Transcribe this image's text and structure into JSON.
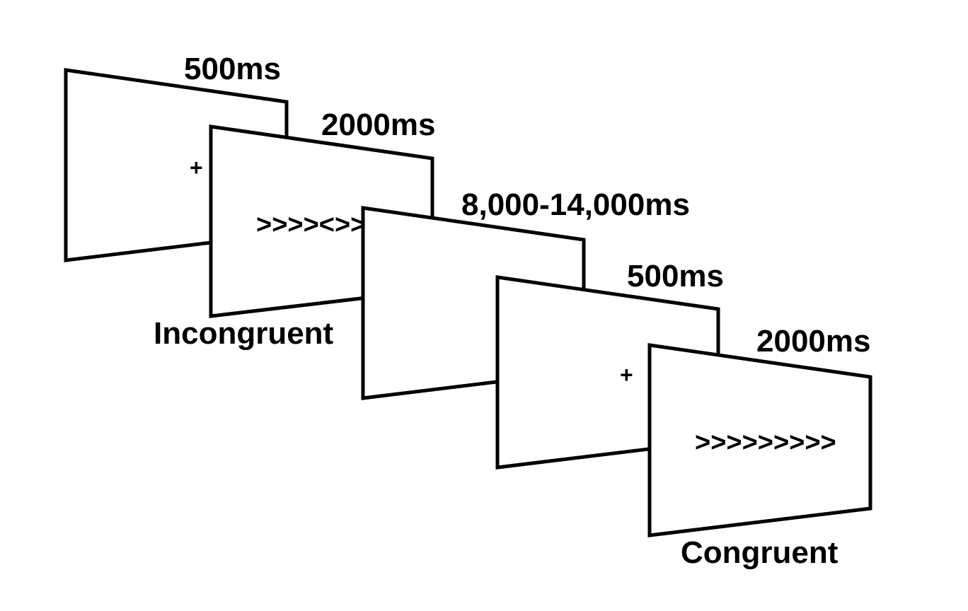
{
  "frames": [
    {
      "timing": "500ms",
      "content": "+",
      "caption": ""
    },
    {
      "timing": "2000ms",
      "content": ">>>><>>>>",
      "caption": "Incongruent"
    },
    {
      "timing": "8,000-14,000ms",
      "content": "",
      "caption": ""
    },
    {
      "timing": "500ms",
      "content": "+",
      "caption": ""
    },
    {
      "timing": "2000ms",
      "content": ">>>>>>>>>",
      "caption": "Congruent"
    }
  ]
}
